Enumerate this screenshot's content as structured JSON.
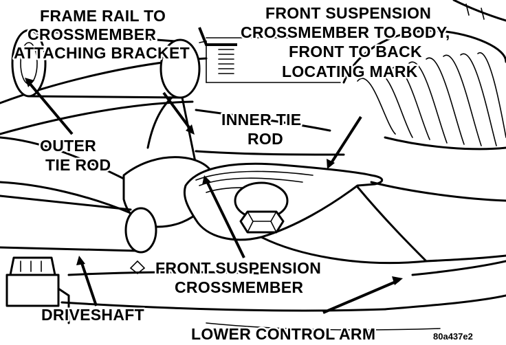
{
  "figure_code": "80a437e2",
  "labels": {
    "frame_rail_bracket": [
      "FRAME RAIL TO",
      "CROSSMEMBER",
      "ATTACHING BRACKET"
    ],
    "crossmember_to_body": [
      "FRONT SUSPENSION",
      "CROSSMEMBER TO BODY,",
      "FRONT TO BACK",
      "LOCATING MARK"
    ],
    "inner_tie_rod": [
      "INNER TIE",
      "ROD"
    ],
    "outer_tie_rod": [
      "OUTER",
      "TIE ROD"
    ],
    "front_suspension_crossmember": [
      "FRONT SUSPENSION",
      "CROSSMEMBER"
    ],
    "driveshaft": "DRIVESHAFT",
    "lower_control_arm": "LOWER CONTROL ARM"
  }
}
